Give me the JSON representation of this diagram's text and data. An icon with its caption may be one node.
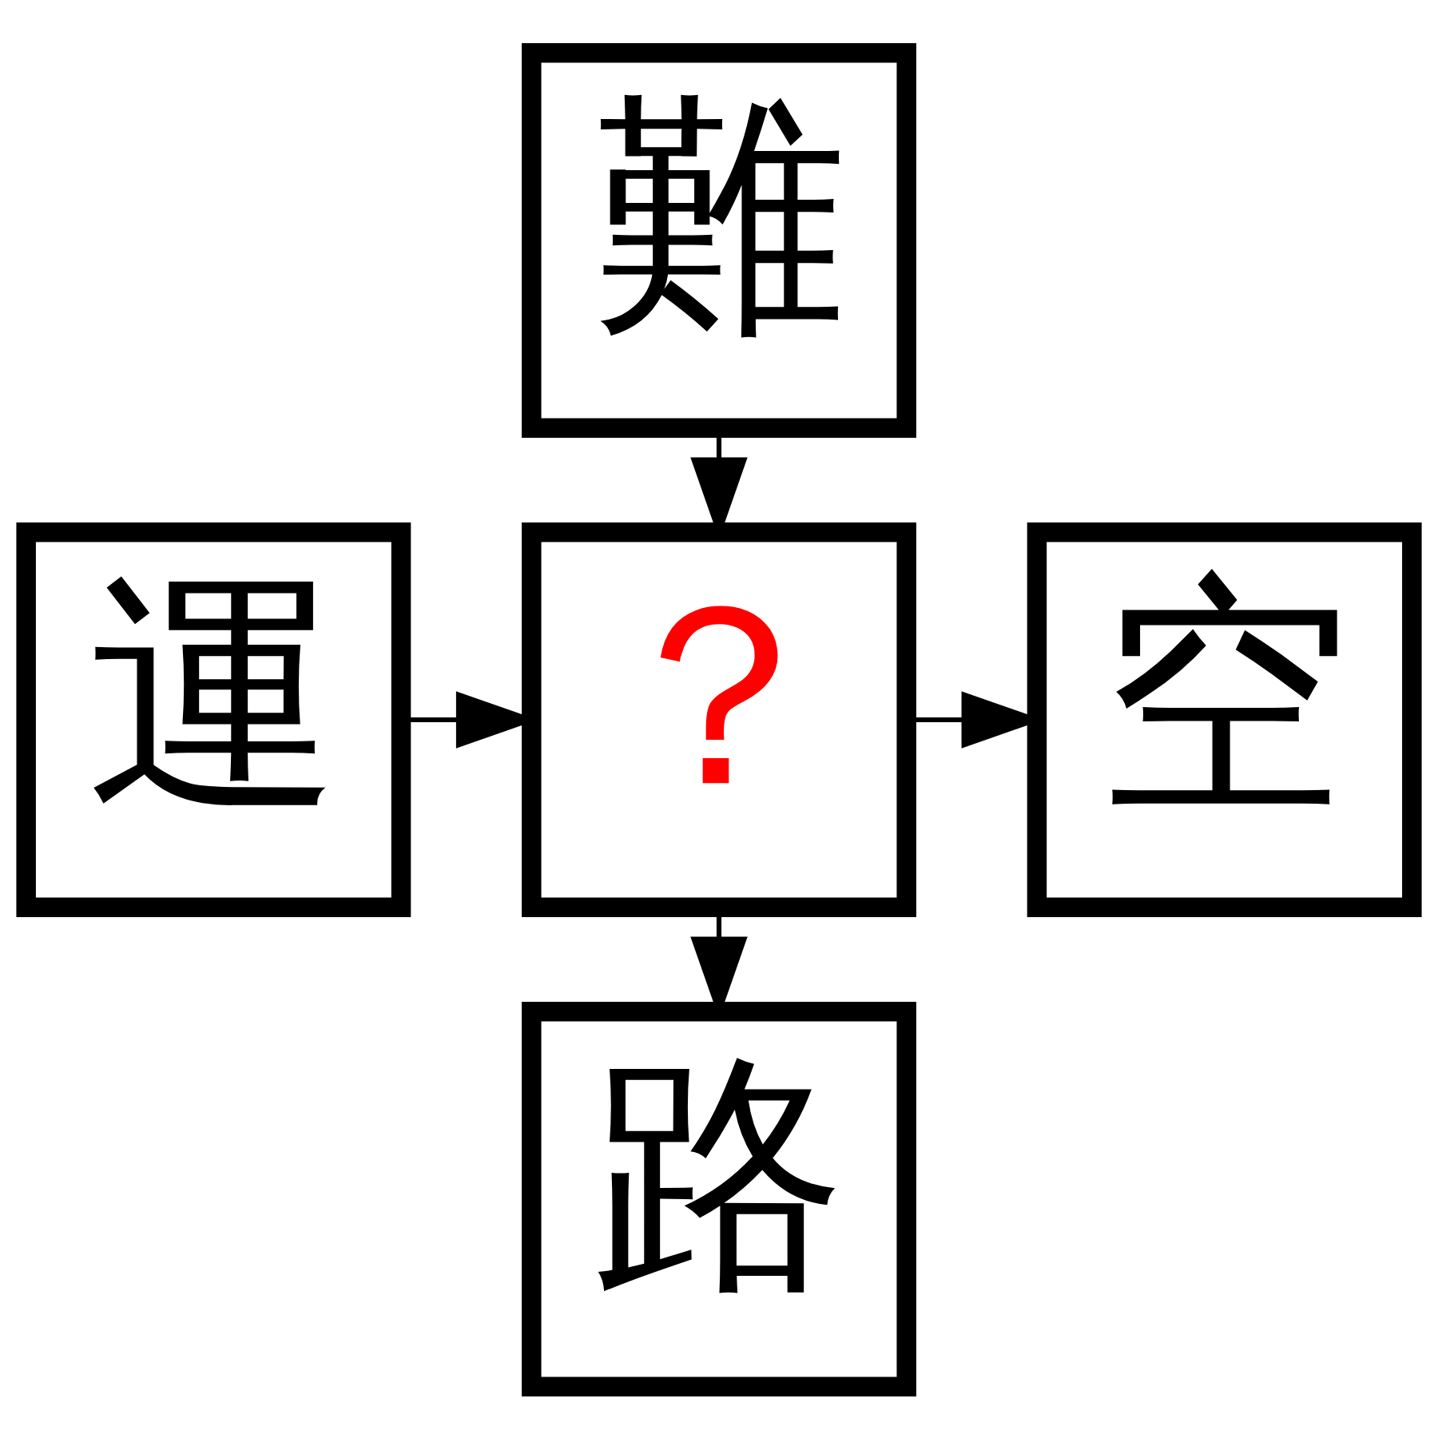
{
  "diagram": {
    "nodes": [
      {
        "text": [
          "難"
        ]
      },
      {
        "text": [
          "運"
        ]
      },
      {
        "text": [
          "？"
        ]
      },
      {
        "text": [
          "空"
        ]
      },
      {
        "text": [
          "路"
        ]
      }
    ],
    "edges": [
      {
        "from": 0,
        "to": 2,
        "arrow": "to"
      },
      {
        "from": 1,
        "to": 2,
        "arrow": "to"
      },
      {
        "from": 2,
        "to": 3,
        "arrow": "to"
      },
      {
        "from": 2,
        "to": 4,
        "arrow": "to"
      }
    ]
  }
}
